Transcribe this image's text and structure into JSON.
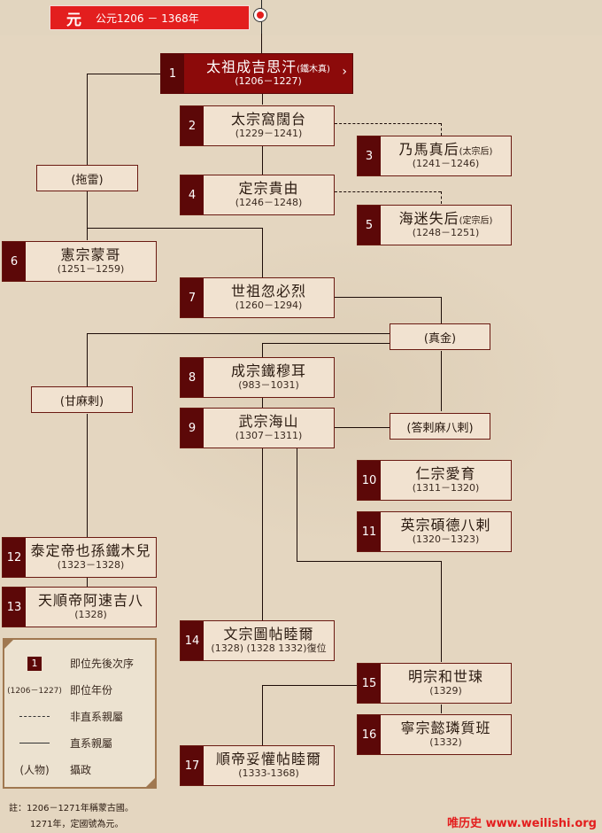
{
  "header": {
    "dynasty": "元",
    "range": "公元1206 － 1368年"
  },
  "nodes": [
    {
      "num": "1",
      "name": "太祖成吉思汗",
      "note": "(鐵木真)",
      "years": "(1206－1227)"
    },
    {
      "num": "2",
      "name": "太宗窩闊台",
      "note": "",
      "years": "(1229－1241)"
    },
    {
      "num": "3",
      "name": "乃馬真后",
      "note": "(太宗后)",
      "years": "(1241－1246)"
    },
    {
      "num": "4",
      "name": "定宗貴由",
      "note": "",
      "years": "(1246－1248)"
    },
    {
      "num": "5",
      "name": "海迷失后",
      "note": "(定宗后)",
      "years": "(1248－1251)"
    },
    {
      "num": "6",
      "name": "憲宗蒙哥",
      "note": "",
      "years": "(1251－1259)"
    },
    {
      "num": "7",
      "name": "世祖忽必烈",
      "note": "",
      "years": "(1260－1294)"
    },
    {
      "num": "8",
      "name": "成宗鐵穆耳",
      "note": "",
      "years": "(983－1031)"
    },
    {
      "num": "9",
      "name": "武宗海山",
      "note": "",
      "years": "(1307－1311)"
    },
    {
      "num": "10",
      "name": "仁宗愛育",
      "note": "",
      "years": "(1311－1320)"
    },
    {
      "num": "11",
      "name": "英宗碩德八剌",
      "note": "",
      "years": "(1320－1323)"
    },
    {
      "num": "12",
      "name": "泰定帝也孫鐵木兒",
      "note": "",
      "years": "(1323－1328)"
    },
    {
      "num": "13",
      "name": "天順帝阿速吉八",
      "note": "",
      "years": "(1328)"
    },
    {
      "num": "14",
      "name": "文宗圖帖睦爾",
      "note": "",
      "years": "(1328) (1328 1332)復位"
    },
    {
      "num": "15",
      "name": "明宗和世㻋",
      "note": "",
      "years": "(1329)"
    },
    {
      "num": "16",
      "name": "寧宗懿璘質班",
      "note": "",
      "years": "(1332)"
    },
    {
      "num": "17",
      "name": "順帝妥懽帖睦爾",
      "note": "",
      "years": "(1333-1368)"
    }
  ],
  "regents": {
    "tolui": "(拖雷)",
    "zhenjin": "(真金)",
    "gamala": "(甘麻剌)",
    "darmabala": "(答剌麻八剌)"
  },
  "legend": {
    "order_key": "1",
    "order_label": "即位先後次序",
    "years_key": "(1206－1227)",
    "years_label": "即位年份",
    "indirect_label": "非直系親屬",
    "direct_label": "直系親屬",
    "regent_key": "(人物)",
    "regent_label": "攝政"
  },
  "footnote": {
    "line1": "註：1206－1271年稱蒙古國。",
    "line2": "1271年，定國號為元。"
  },
  "watermark": "唯历史 www.weilishi.org",
  "colors": {
    "title_red": "#e31e1e",
    "number_maroon": "#5c0808",
    "primary_node": "#8c0a0a",
    "node_fill": "#f1e2d0"
  }
}
